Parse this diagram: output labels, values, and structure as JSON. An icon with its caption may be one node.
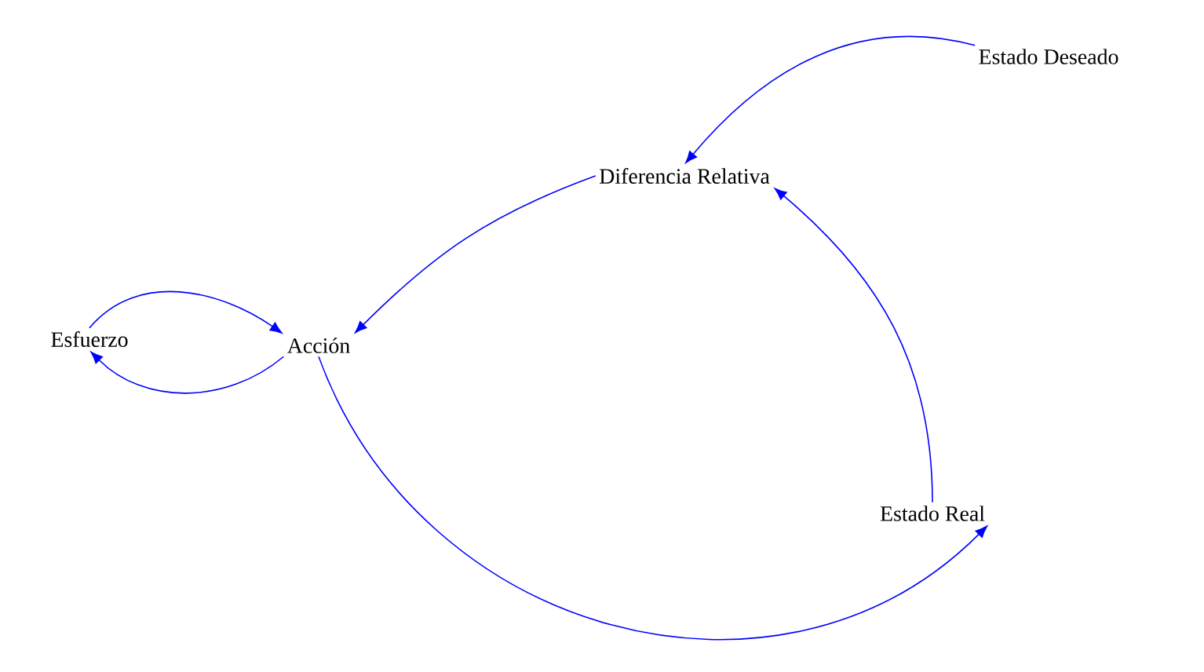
{
  "diagram": {
    "nodes": [
      {
        "text": [
          "Estado Deseado"
        ]
      },
      {
        "text": [
          "Diferencia Relativa"
        ]
      },
      {
        "text": [
          "Esfuerzo"
        ]
      },
      {
        "text": [
          "Acción"
        ]
      },
      {
        "text": [
          "Estado Real"
        ]
      }
    ],
    "edges": [
      {
        "from": 0,
        "to": 1,
        "arrow": "to"
      },
      {
        "from": 1,
        "to": 3,
        "arrow": "to"
      },
      {
        "from": 2,
        "to": 3,
        "arrow": "to"
      },
      {
        "from": 3,
        "to": 2,
        "arrow": "to"
      },
      {
        "from": 3,
        "to": 4,
        "arrow": "to"
      },
      {
        "from": 4,
        "to": 1,
        "arrow": "to"
      }
    ]
  }
}
